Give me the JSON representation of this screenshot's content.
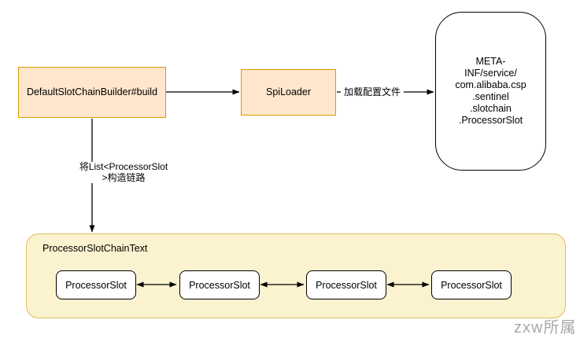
{
  "nodes": {
    "builder": {
      "label": "DefaultSlotChainBuilder#build"
    },
    "spi_loader": {
      "label": "SpiLoader"
    },
    "meta_file": {
      "label": "META-\nINF/service/\ncom.alibaba.csp\n.sentinel\n.slotchain\n.ProcessorSlot"
    },
    "chain_container": {
      "label": "ProcessorSlotChainText"
    },
    "slots": [
      {
        "label": "ProcessorSlot"
      },
      {
        "label": "ProcessorSlot"
      },
      {
        "label": "ProcessorSlot"
      },
      {
        "label": "ProcessorSlot"
      }
    ]
  },
  "edges": {
    "load_config_label": "加载配置文件",
    "build_chain_label": "将List<ProcessorSlot\n>构造链路"
  },
  "watermark": "zxw所属",
  "colors": {
    "orange_fill": "#FFE6CC",
    "orange_stroke": "#D79B00",
    "yellow_fill": "#FBF2CF",
    "yellow_stroke": "#DDBF5F",
    "node_stroke": "#000000",
    "arrow": "#000000",
    "watermark_gray": "#9E9E9E"
  }
}
